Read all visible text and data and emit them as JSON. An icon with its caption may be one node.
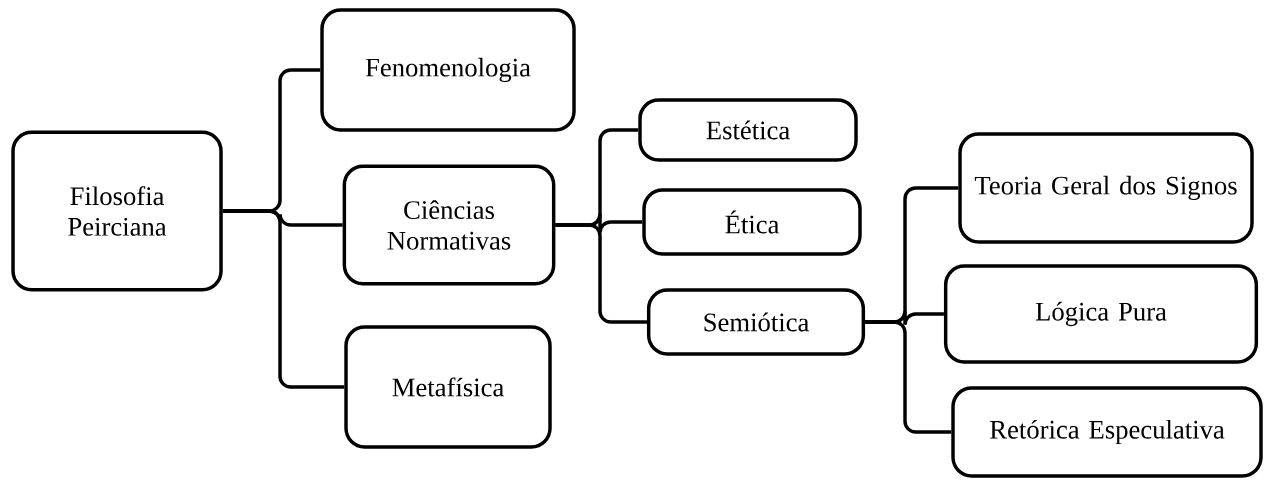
{
  "diagram": {
    "nodes": [
      {
        "text": [
          "Filosofia Peirciana"
        ]
      },
      {
        "text": [
          "Fenomenologia"
        ]
      },
      {
        "text": [
          "Ciências Normativas"
        ]
      },
      {
        "text": [
          "Metafísica"
        ]
      },
      {
        "text": [
          "Estética"
        ]
      },
      {
        "text": [
          "Ética"
        ]
      },
      {
        "text": [
          "Semiótica"
        ]
      },
      {
        "text": [
          "Teoria Geral dos Signos"
        ]
      },
      {
        "text": [
          "Lógica Pura"
        ]
      },
      {
        "text": [
          "Retórica Especulativa"
        ]
      }
    ],
    "edges": [
      {
        "from": 0,
        "to": 1,
        "arrow": "none"
      },
      {
        "from": 0,
        "to": 2,
        "arrow": "none"
      },
      {
        "from": 0,
        "to": 3,
        "arrow": "none"
      },
      {
        "from": 2,
        "to": 4,
        "arrow": "none"
      },
      {
        "from": 2,
        "to": 5,
        "arrow": "none"
      },
      {
        "from": 2,
        "to": 6,
        "arrow": "none"
      },
      {
        "from": 6,
        "to": 7,
        "arrow": "none"
      },
      {
        "from": 6,
        "to": 8,
        "arrow": "none"
      },
      {
        "from": 6,
        "to": 9,
        "arrow": "none"
      }
    ]
  }
}
